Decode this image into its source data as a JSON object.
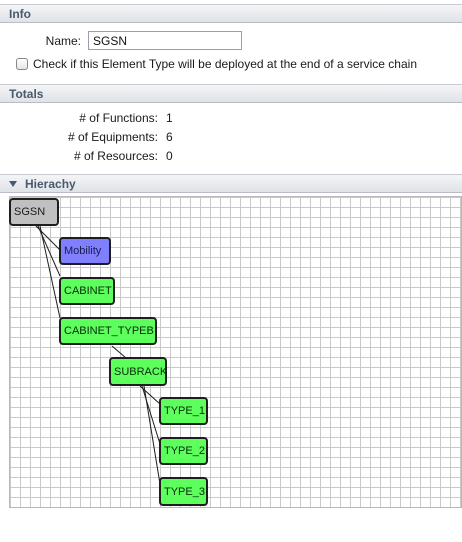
{
  "info": {
    "title": "Info",
    "name_label": "Name:",
    "name_value": "SGSN",
    "checkbox_label": "Check if this Element Type will be deployed at the end of a service chain",
    "checkbox_checked": false
  },
  "totals": {
    "title": "Totals",
    "functions_label": "# of Functions:",
    "functions_value": "1",
    "equipments_label": "# of Equipments:",
    "equipments_value": "6",
    "resources_label": "# of Resources:",
    "resources_value": "0"
  },
  "hierarchy": {
    "title": "Hierachy",
    "nodes": {
      "sgsn": "SGSN",
      "mobility": "Mobility",
      "cabinet": "CABINET",
      "cabinet_typeb": "CABINET_TYPEB",
      "subrack": "SUBRACK",
      "type_1": "TYPE_1",
      "type_2": "TYPE_2",
      "type_3": "TYPE_3"
    }
  },
  "colors": {
    "root_node": "#c0c0c0",
    "function_node": "#8080ff",
    "equipment_node": "#5cff5c",
    "header_text": "#4a5a6e"
  }
}
